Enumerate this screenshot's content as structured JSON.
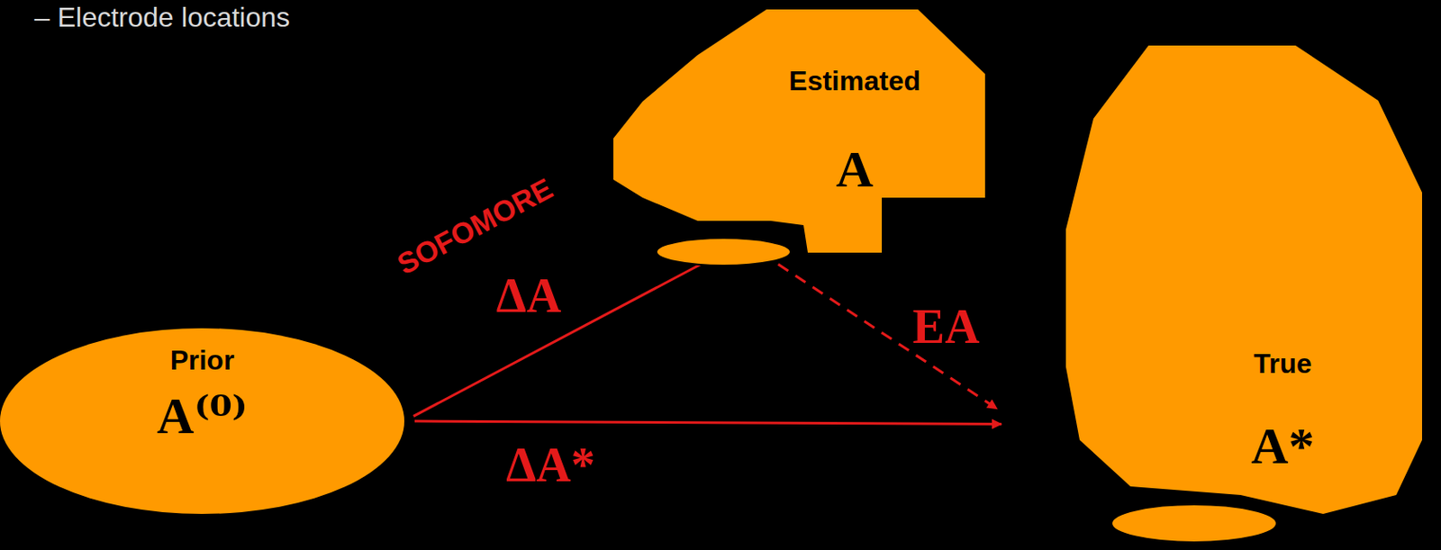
{
  "diagram": {
    "nodes": [
      {
        "text": [
          "Prior",
          "A⁽⁰⁾"
        ]
      },
      {
        "text": [
          "Estimated",
          "A"
        ]
      },
      {
        "text": [
          "True",
          "A*"
        ]
      }
    ],
    "edges": [
      {
        "from": 0,
        "to": 1,
        "label": "ΔA",
        "arrow": "to"
      },
      {
        "from": 1,
        "to": 2,
        "label": "EA",
        "arrow": "to"
      },
      {
        "from": 0,
        "to": 2,
        "label": "ΔA*",
        "arrow": "to"
      }
    ],
    "labels": [
      "– Electrode locations",
      "SOFOMORE"
    ]
  }
}
